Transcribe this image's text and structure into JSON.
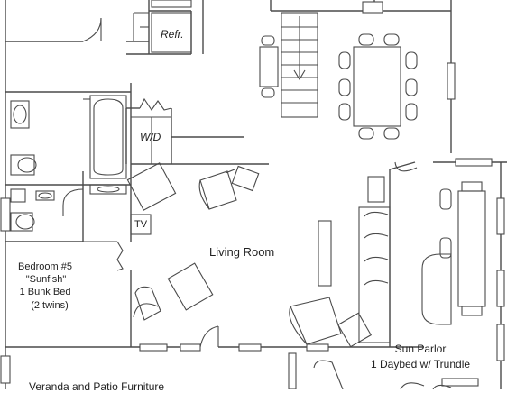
{
  "labels": {
    "refrigerator": "Refr.",
    "washer_dryer": "W/D",
    "tv": "TV",
    "living_room": "Living Room",
    "bedroom": {
      "name": "Bedroom #5",
      "nickname": "\"Sunfish\"",
      "bed": "1 Bunk Bed",
      "detail": "(2 twins)"
    },
    "sun_parlor": {
      "name": "Sun Parlor",
      "bed": "1 Daybed w/ Trundle"
    },
    "veranda": "Veranda and Patio Furniture"
  },
  "colors": {
    "ink": "#4a4a4a",
    "background": "#ffffff"
  }
}
